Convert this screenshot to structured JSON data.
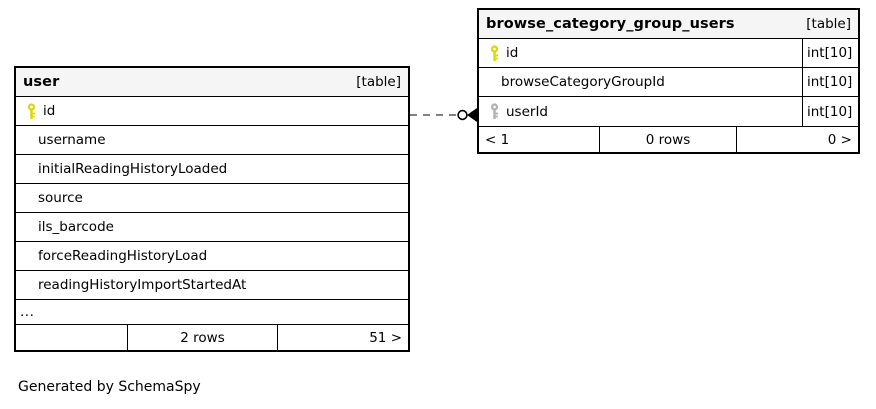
{
  "diagram": {
    "generated_by": "Generated by SchemaSpy",
    "colors": {
      "primary_key_icon": "#d8d800",
      "foreign_key_icon": "#b0b0b0",
      "border": "#000000",
      "header_background": "#f5f5f5",
      "relationship_line": "#808080",
      "relationship_marker": "#000000",
      "page_background": "#ffffff"
    }
  },
  "tables": [
    {
      "name": "user",
      "kind_label": "[table]",
      "columns": [
        {
          "name": "id",
          "key": "primary",
          "key_icon": "key-icon-primary",
          "type": ""
        },
        {
          "name": "username",
          "key": "none",
          "key_icon": "",
          "type": ""
        },
        {
          "name": "initialReadingHistoryLoaded",
          "key": "none",
          "key_icon": "",
          "type": ""
        },
        {
          "name": "source",
          "key": "none",
          "key_icon": "",
          "type": ""
        },
        {
          "name": "ils_barcode",
          "key": "none",
          "key_icon": "",
          "type": ""
        },
        {
          "name": "forceReadingHistoryLoad",
          "key": "none",
          "key_icon": "",
          "type": ""
        },
        {
          "name": "readingHistoryImportStartedAt",
          "key": "none",
          "key_icon": "",
          "type": ""
        }
      ],
      "more_columns_indicator": "...",
      "footer": {
        "prev": "",
        "rows": "2 rows",
        "next": "51 >"
      }
    },
    {
      "name": "browse_category_group_users",
      "kind_label": "[table]",
      "columns": [
        {
          "name": "id",
          "key": "primary",
          "key_icon": "key-icon-primary",
          "type": "int[10]"
        },
        {
          "name": "browseCategoryGroupId",
          "key": "none",
          "key_icon": "",
          "type": "int[10]"
        },
        {
          "name": "userId",
          "key": "foreign",
          "key_icon": "key-icon-foreign",
          "type": "int[10]"
        }
      ],
      "more_columns_indicator": "",
      "footer": {
        "prev": "< 1",
        "rows": "0 rows",
        "next": "0 >"
      }
    }
  ],
  "relationships": [
    {
      "from_table": "user",
      "from_column": "id",
      "to_table": "browse_category_group_users",
      "to_column": "userId",
      "line_style": "dashed",
      "source_marker": "none",
      "target_marker": "circle-crowsfoot"
    }
  ]
}
